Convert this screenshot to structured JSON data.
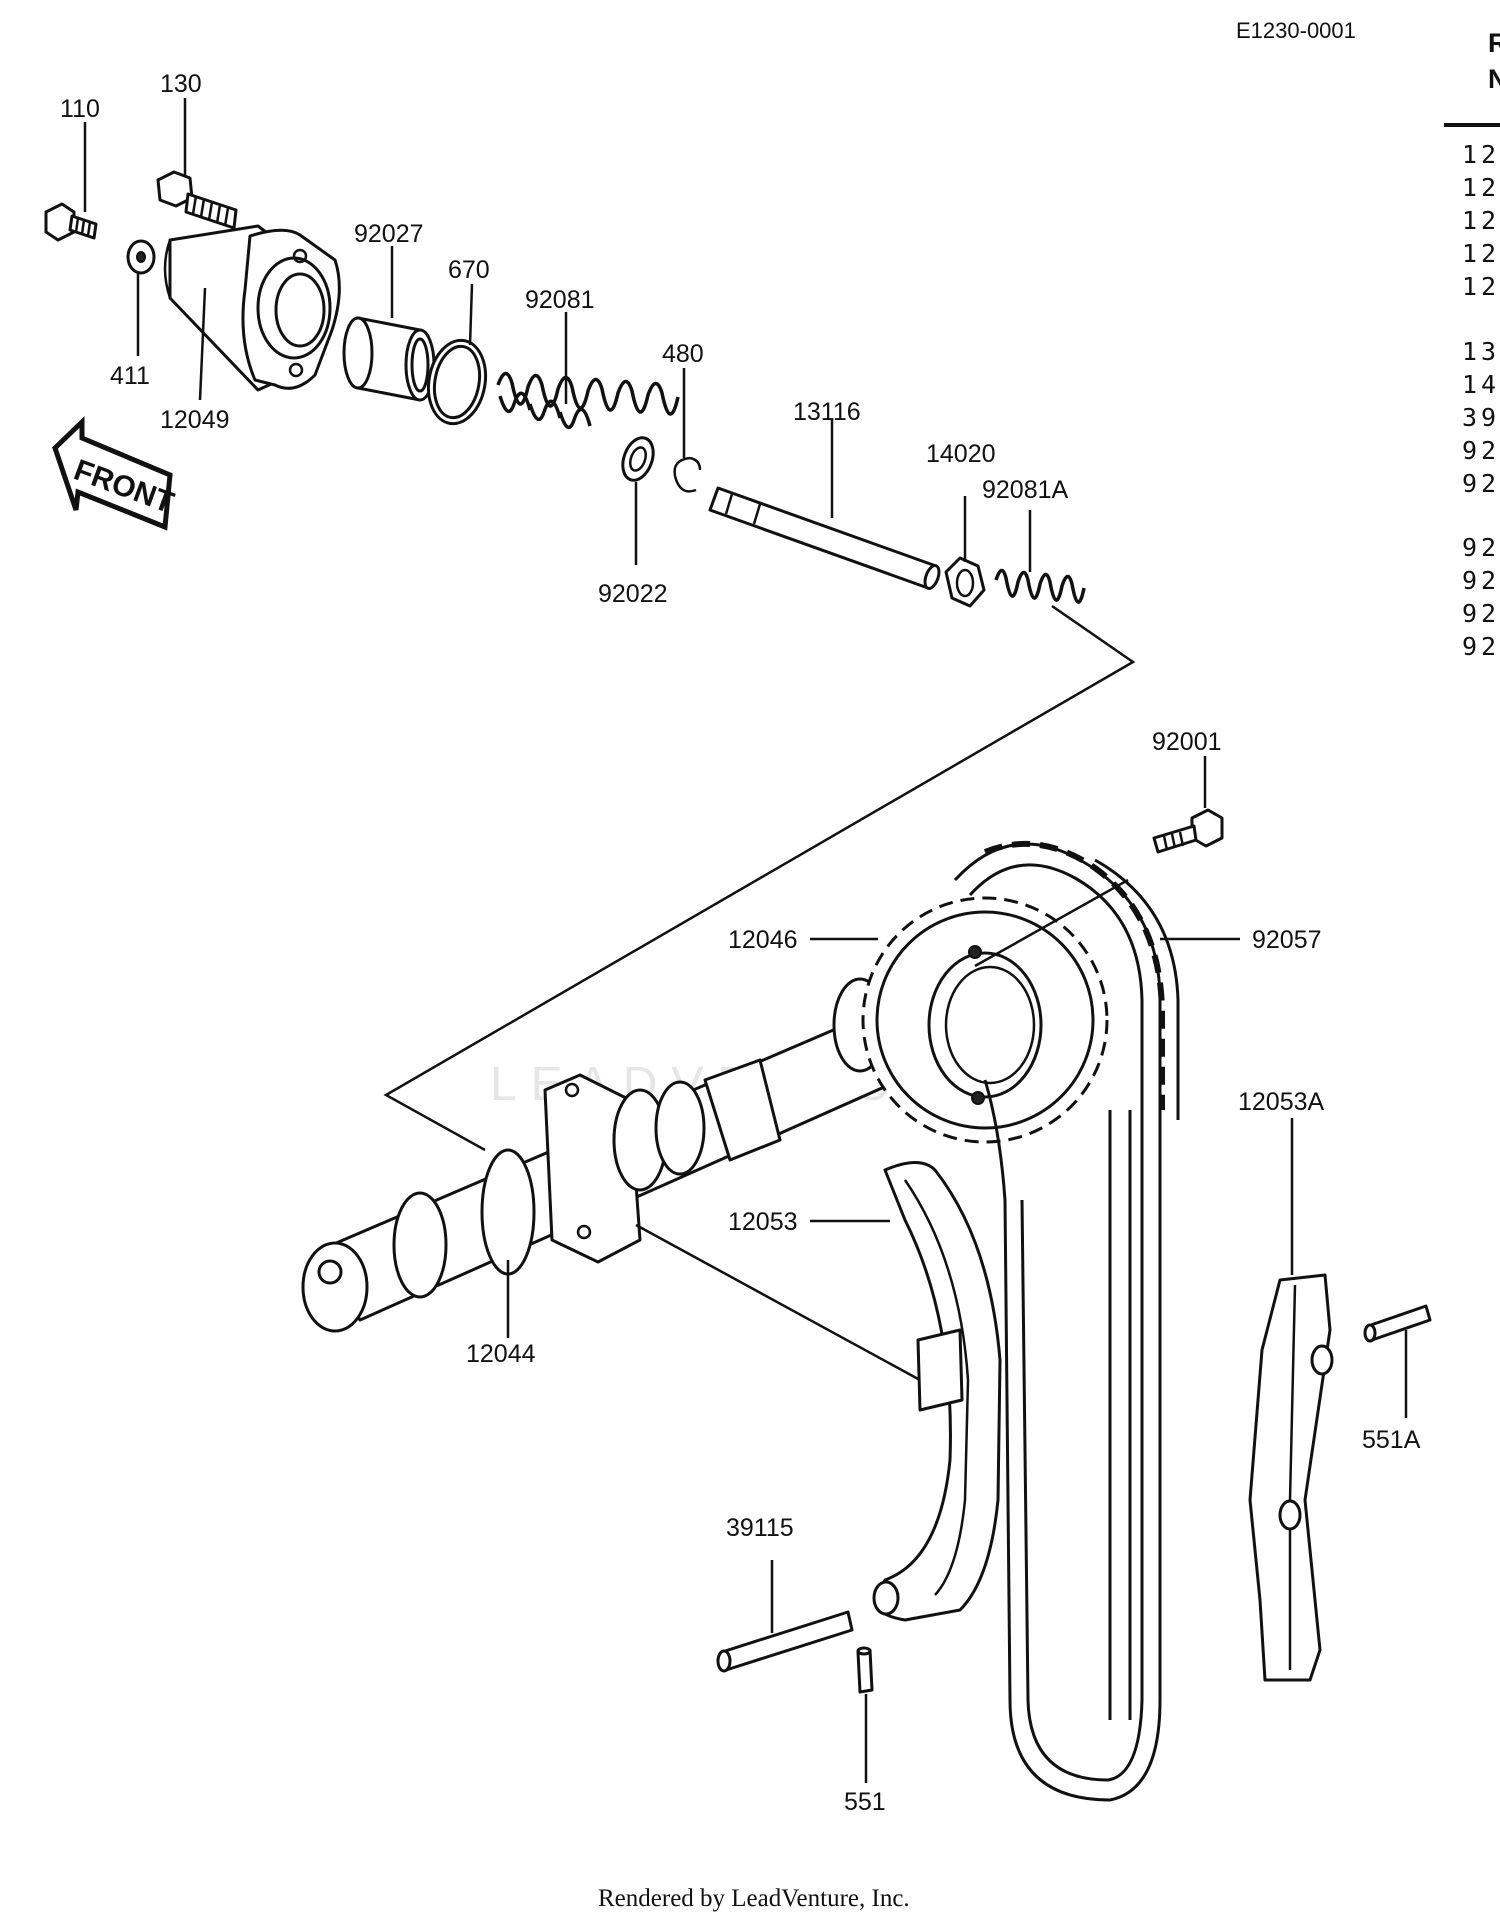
{
  "diagram": {
    "ref_code": "E1230-0001",
    "watermark": "LEADVENTURE",
    "front_arrow_label": "FRONT",
    "footer": "Rendered by LeadVenture, Inc.",
    "right_column": {
      "header_lines": [
        "R",
        "N"
      ],
      "rows": [
        "12",
        "12",
        "12",
        "12",
        "12",
        "13",
        "14",
        "39",
        "92",
        "92",
        "92",
        "92",
        "92",
        "92"
      ]
    },
    "callouts": {
      "c110": "110",
      "c130": "130",
      "c411": "411",
      "c12049": "12049",
      "c92027": "92027",
      "c670": "670",
      "c92081": "92081",
      "c480": "480",
      "c92022": "92022",
      "c13116": "13116",
      "c14020": "14020",
      "c92081A": "92081A",
      "c92001": "92001",
      "c12046": "12046",
      "c92057": "92057",
      "c12044": "12044",
      "c12053": "12053",
      "c12053A": "12053A",
      "c551A": "551A",
      "c39115": "39115",
      "c551": "551"
    }
  }
}
